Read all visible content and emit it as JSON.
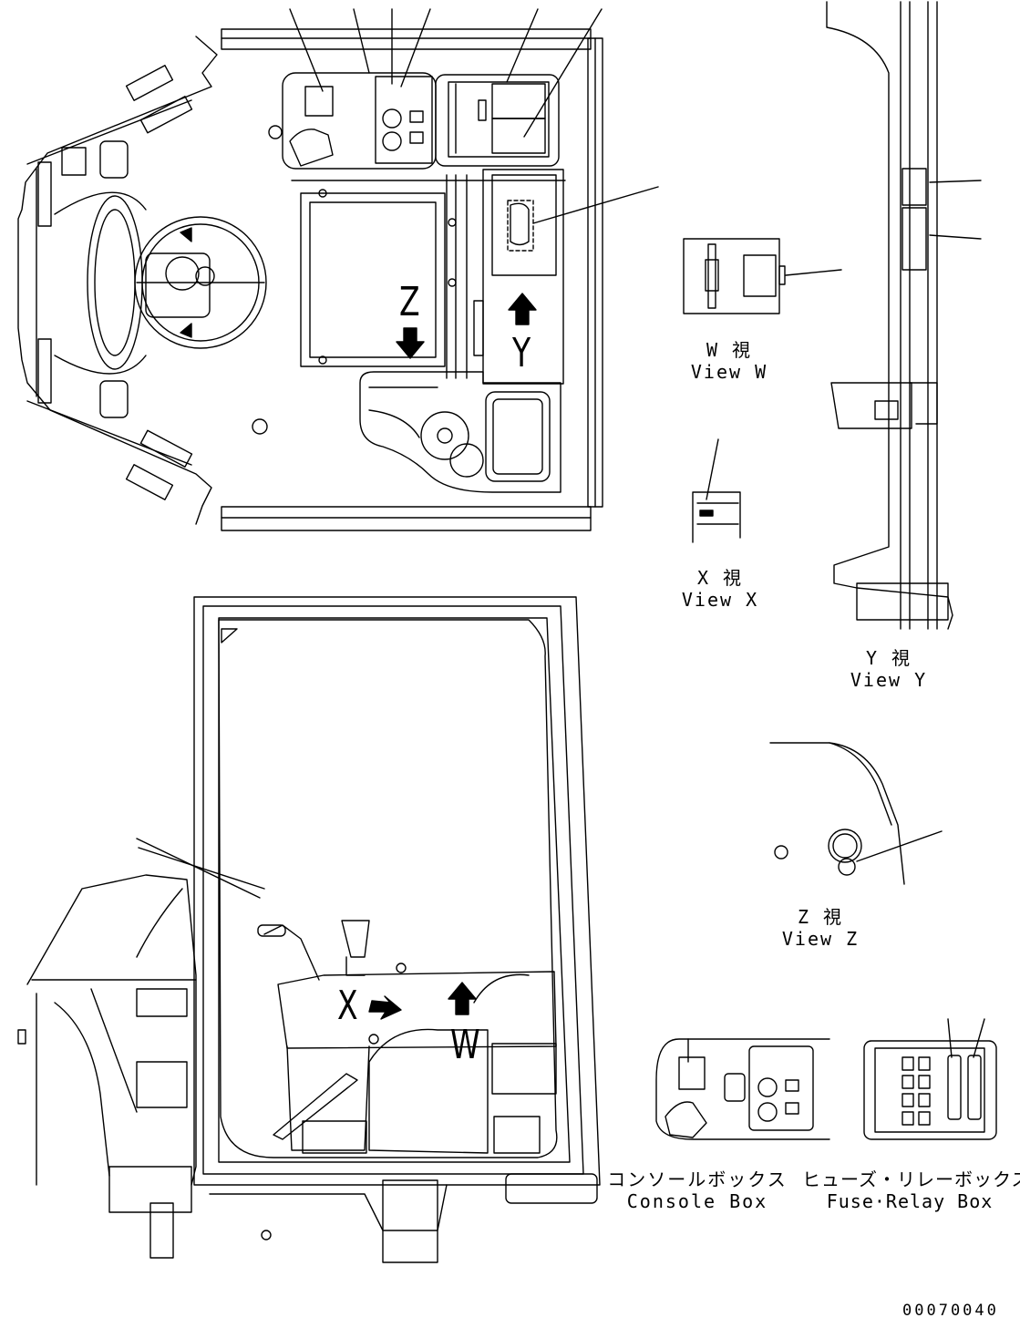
{
  "markers": {
    "z": "Z",
    "y": "Y",
    "x": "X",
    "w": "W"
  },
  "views": {
    "w": {
      "jp": "W 視",
      "en": "View W"
    },
    "x": {
      "jp": "X 視",
      "en": "View X"
    },
    "y": {
      "jp": "Y 視",
      "en": "View Y"
    },
    "z": {
      "jp": "Z 視",
      "en": "View Z"
    }
  },
  "boxes": {
    "console": {
      "jp": "コンソールボックス",
      "en": "Console Box"
    },
    "fuse": {
      "jp": "ヒューズ・リレーボックス",
      "en": "Fuse·Relay Box"
    }
  },
  "drawing_code": "00070040",
  "colors": {
    "line": "#000000",
    "background": "#ffffff"
  }
}
